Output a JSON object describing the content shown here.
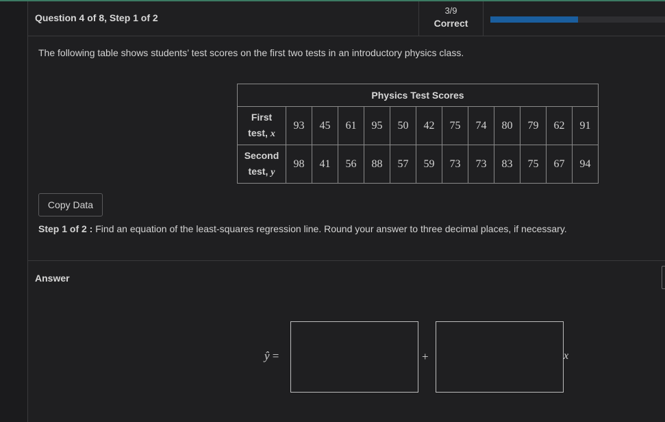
{
  "header": {
    "question_label": "Question 4 of 8, Step 1 of 2",
    "score_fraction": "3/9",
    "score_status": "Correct",
    "progress_fraction": 0.5
  },
  "prompt": "The following table shows students’ test scores on the first two tests in an introductory physics class.",
  "table": {
    "caption": "Physics Test Scores",
    "rows": [
      {
        "label_line1": "First",
        "label_line2": "test, ",
        "var": "x",
        "values": [
          "93",
          "45",
          "61",
          "95",
          "50",
          "42",
          "75",
          "74",
          "80",
          "79",
          "62",
          "91"
        ]
      },
      {
        "label_line1": "Second",
        "label_line2": "test, ",
        "var": "y",
        "values": [
          "98",
          "41",
          "56",
          "88",
          "57",
          "59",
          "73",
          "73",
          "83",
          "75",
          "67",
          "94"
        ]
      }
    ]
  },
  "copy_button": "Copy Data",
  "step": {
    "label": "Step 1 of 2 :",
    "text": " Find an equation of the least-squares regression line. Round your answer to three decimal places, if necessary."
  },
  "answer": {
    "label": "Answer",
    "lhs": "ŷ",
    "equals": " =",
    "plus": "+",
    "x_var": "x",
    "intercept_value": "",
    "slope_value": ""
  },
  "colors": {
    "accent_progress": "#1a5e9e",
    "background": "#1f1f21",
    "top_accent": "#3c7a63"
  }
}
